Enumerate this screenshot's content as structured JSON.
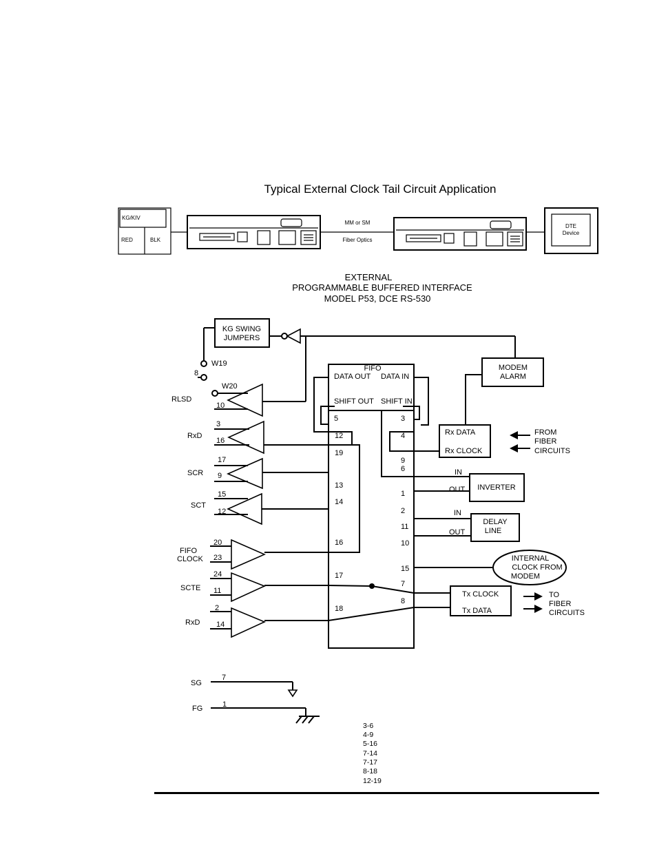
{
  "title": "Typical External Clock Tail Circuit Application",
  "top_app": {
    "kg_box": {
      "label": "KG/KIV",
      "red": "RED",
      "blk": "BLK"
    },
    "link_top": "MM or SM",
    "link_bottom": "Fiber Optics",
    "dte_box": {
      "line1": "DTE",
      "line2": "Device"
    }
  },
  "subtitle": {
    "line1": "EXTERNAL",
    "line2": "PROGRAMMABLE BUFFERED INTERFACE",
    "line3": "MODEL P53,  DCE  RS-530"
  },
  "blocks": {
    "kg_swing": {
      "line1": "KG SWING",
      "line2": "JUMPERS"
    },
    "modem_alarm": {
      "line1": "MODEM",
      "line2": "ALARM"
    },
    "fifo": {
      "title": "FIFO",
      "data_out": "DATA OUT",
      "data_in": "DATA IN",
      "shift_out": "SHIFT OUT",
      "shift_in": "SHIFT IN"
    },
    "rx_block": {
      "rx_data": "Rx DATA",
      "rx_clock": "Rx CLOCK"
    },
    "from_fiber": {
      "line1": "FROM",
      "line2": "FIBER",
      "line3": "CIRCUITS"
    },
    "inverter": {
      "label": "INVERTER",
      "in": "IN",
      "out": "OUT"
    },
    "delay_line": {
      "line1": "DELAY",
      "line2": "LINE",
      "in": "IN",
      "out": "OUT"
    },
    "internal_clock": {
      "line1": "INTERNAL",
      "line2": "CLOCK FROM",
      "line3": "MODEM"
    },
    "tx_block": {
      "tx_clock": "Tx CLOCK",
      "tx_data": "Tx DATA"
    },
    "to_fiber": {
      "line1": "TO",
      "line2": "FIBER",
      "line3": "CIRCUITS"
    }
  },
  "jumpers": {
    "w19": "W19",
    "w20": "W20",
    "pin8": "8"
  },
  "signals": {
    "rlsd": {
      "label": "RLSD",
      "pin_b": "10"
    },
    "rxd1": {
      "label": "RxD",
      "pin_a": "3",
      "pin_b": "16"
    },
    "scr": {
      "label": "SCR",
      "pin_a": "17",
      "pin_b": "9"
    },
    "sct": {
      "label": "SCT",
      "pin_a": "15",
      "pin_b": "12"
    },
    "fifo_clock": {
      "label1": "FIFO",
      "label2": "CLOCK",
      "pin_a": "20",
      "pin_b": "23"
    },
    "scte": {
      "label": "SCTE",
      "pin_a": "24",
      "pin_b": "11"
    },
    "rxd2": {
      "label": "RxD",
      "pin_a": "2",
      "pin_b": "14"
    }
  },
  "matrix_pins": {
    "left": [
      "5",
      "12",
      "19",
      "13",
      "14",
      "16",
      "17",
      "18"
    ],
    "right": [
      "3",
      "4",
      "9",
      "6",
      "1",
      "2",
      "11",
      "10",
      "15",
      "7",
      "8"
    ]
  },
  "grounds": {
    "sg": {
      "label": "SG",
      "pin": "7"
    },
    "fg": {
      "label": "FG",
      "pin": "1"
    }
  },
  "jumper_list": [
    "3-6",
    "4-9",
    "5-16",
    "7-14",
    "7-17",
    "8-18",
    "12-19"
  ]
}
